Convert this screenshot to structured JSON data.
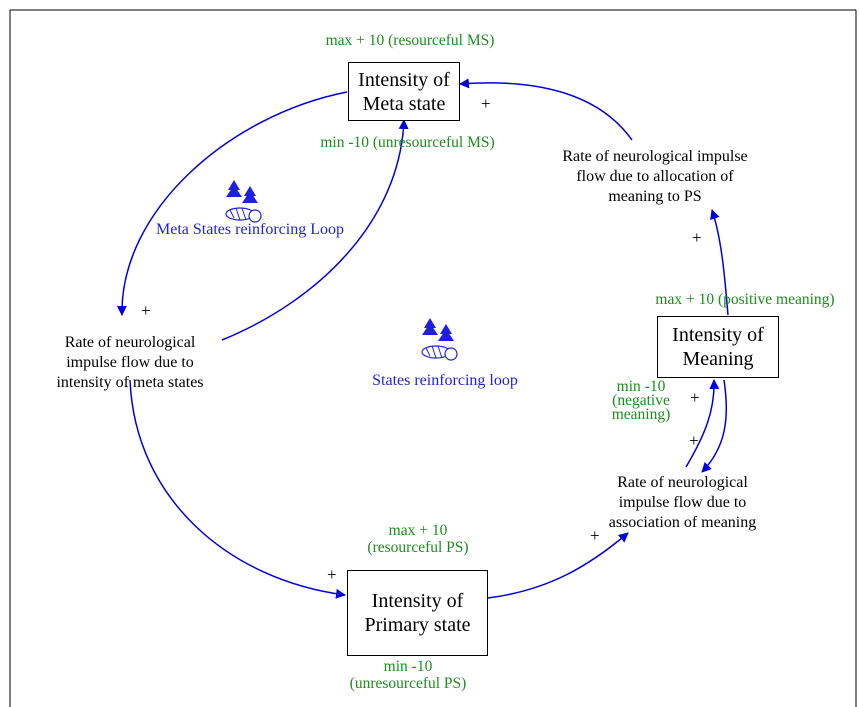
{
  "colors": {
    "arrow": "#0000dd",
    "annotation": "#1e8c1e",
    "loop_label": "#1f1fe0"
  },
  "stocks": {
    "meta_state": [
      "Intensity of",
      "Meta state"
    ],
    "meaning": [
      "Intensity of",
      "Meaning"
    ],
    "primary_state": [
      "Intensity of",
      "Primary state"
    ]
  },
  "variables": {
    "rate_meta": [
      "Rate of neurological",
      "impulse flow due to",
      "intensity of meta states"
    ],
    "rate_allocation": [
      "Rate of neurological impulse",
      "flow due to allocation of",
      "meaning to PS"
    ],
    "rate_association": [
      "Rate of neurological",
      "impulse flow due to",
      "association of meaning"
    ]
  },
  "annotations": {
    "meta_max": "max + 10 (resourceful MS)",
    "meta_min": "min -10 (unresourceful MS)",
    "meaning_max": "max + 10 (positive meaning)",
    "meaning_min": [
      "min -10",
      "(negative",
      "meaning)"
    ],
    "primary_max": [
      "max + 10",
      "(resourceful PS)"
    ],
    "primary_min": [
      "min -10",
      "(unresourceful PS)"
    ]
  },
  "loops": {
    "meta_loop": "Meta States reinforcing Loop",
    "states_loop": "States reinforcing loop"
  },
  "polarity": "+",
  "icons": [
    "reinforcing-loop-icon",
    "reinforcing-loop-icon"
  ]
}
